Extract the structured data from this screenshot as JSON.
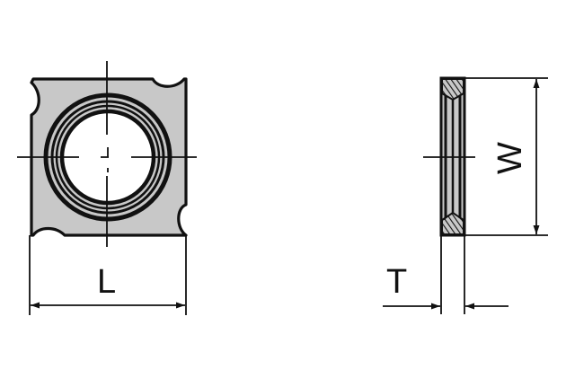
{
  "diagram": {
    "type": "technical-drawing",
    "subject": "square reversible cutting insert",
    "colors": {
      "background": "#ffffff",
      "line": "#111111",
      "fill": "#c8c8c8"
    },
    "views": {
      "front": {
        "name": "front view",
        "dimension_label": "L"
      },
      "side": {
        "name": "side view",
        "height_label": "W",
        "thickness_label": "T"
      }
    }
  }
}
